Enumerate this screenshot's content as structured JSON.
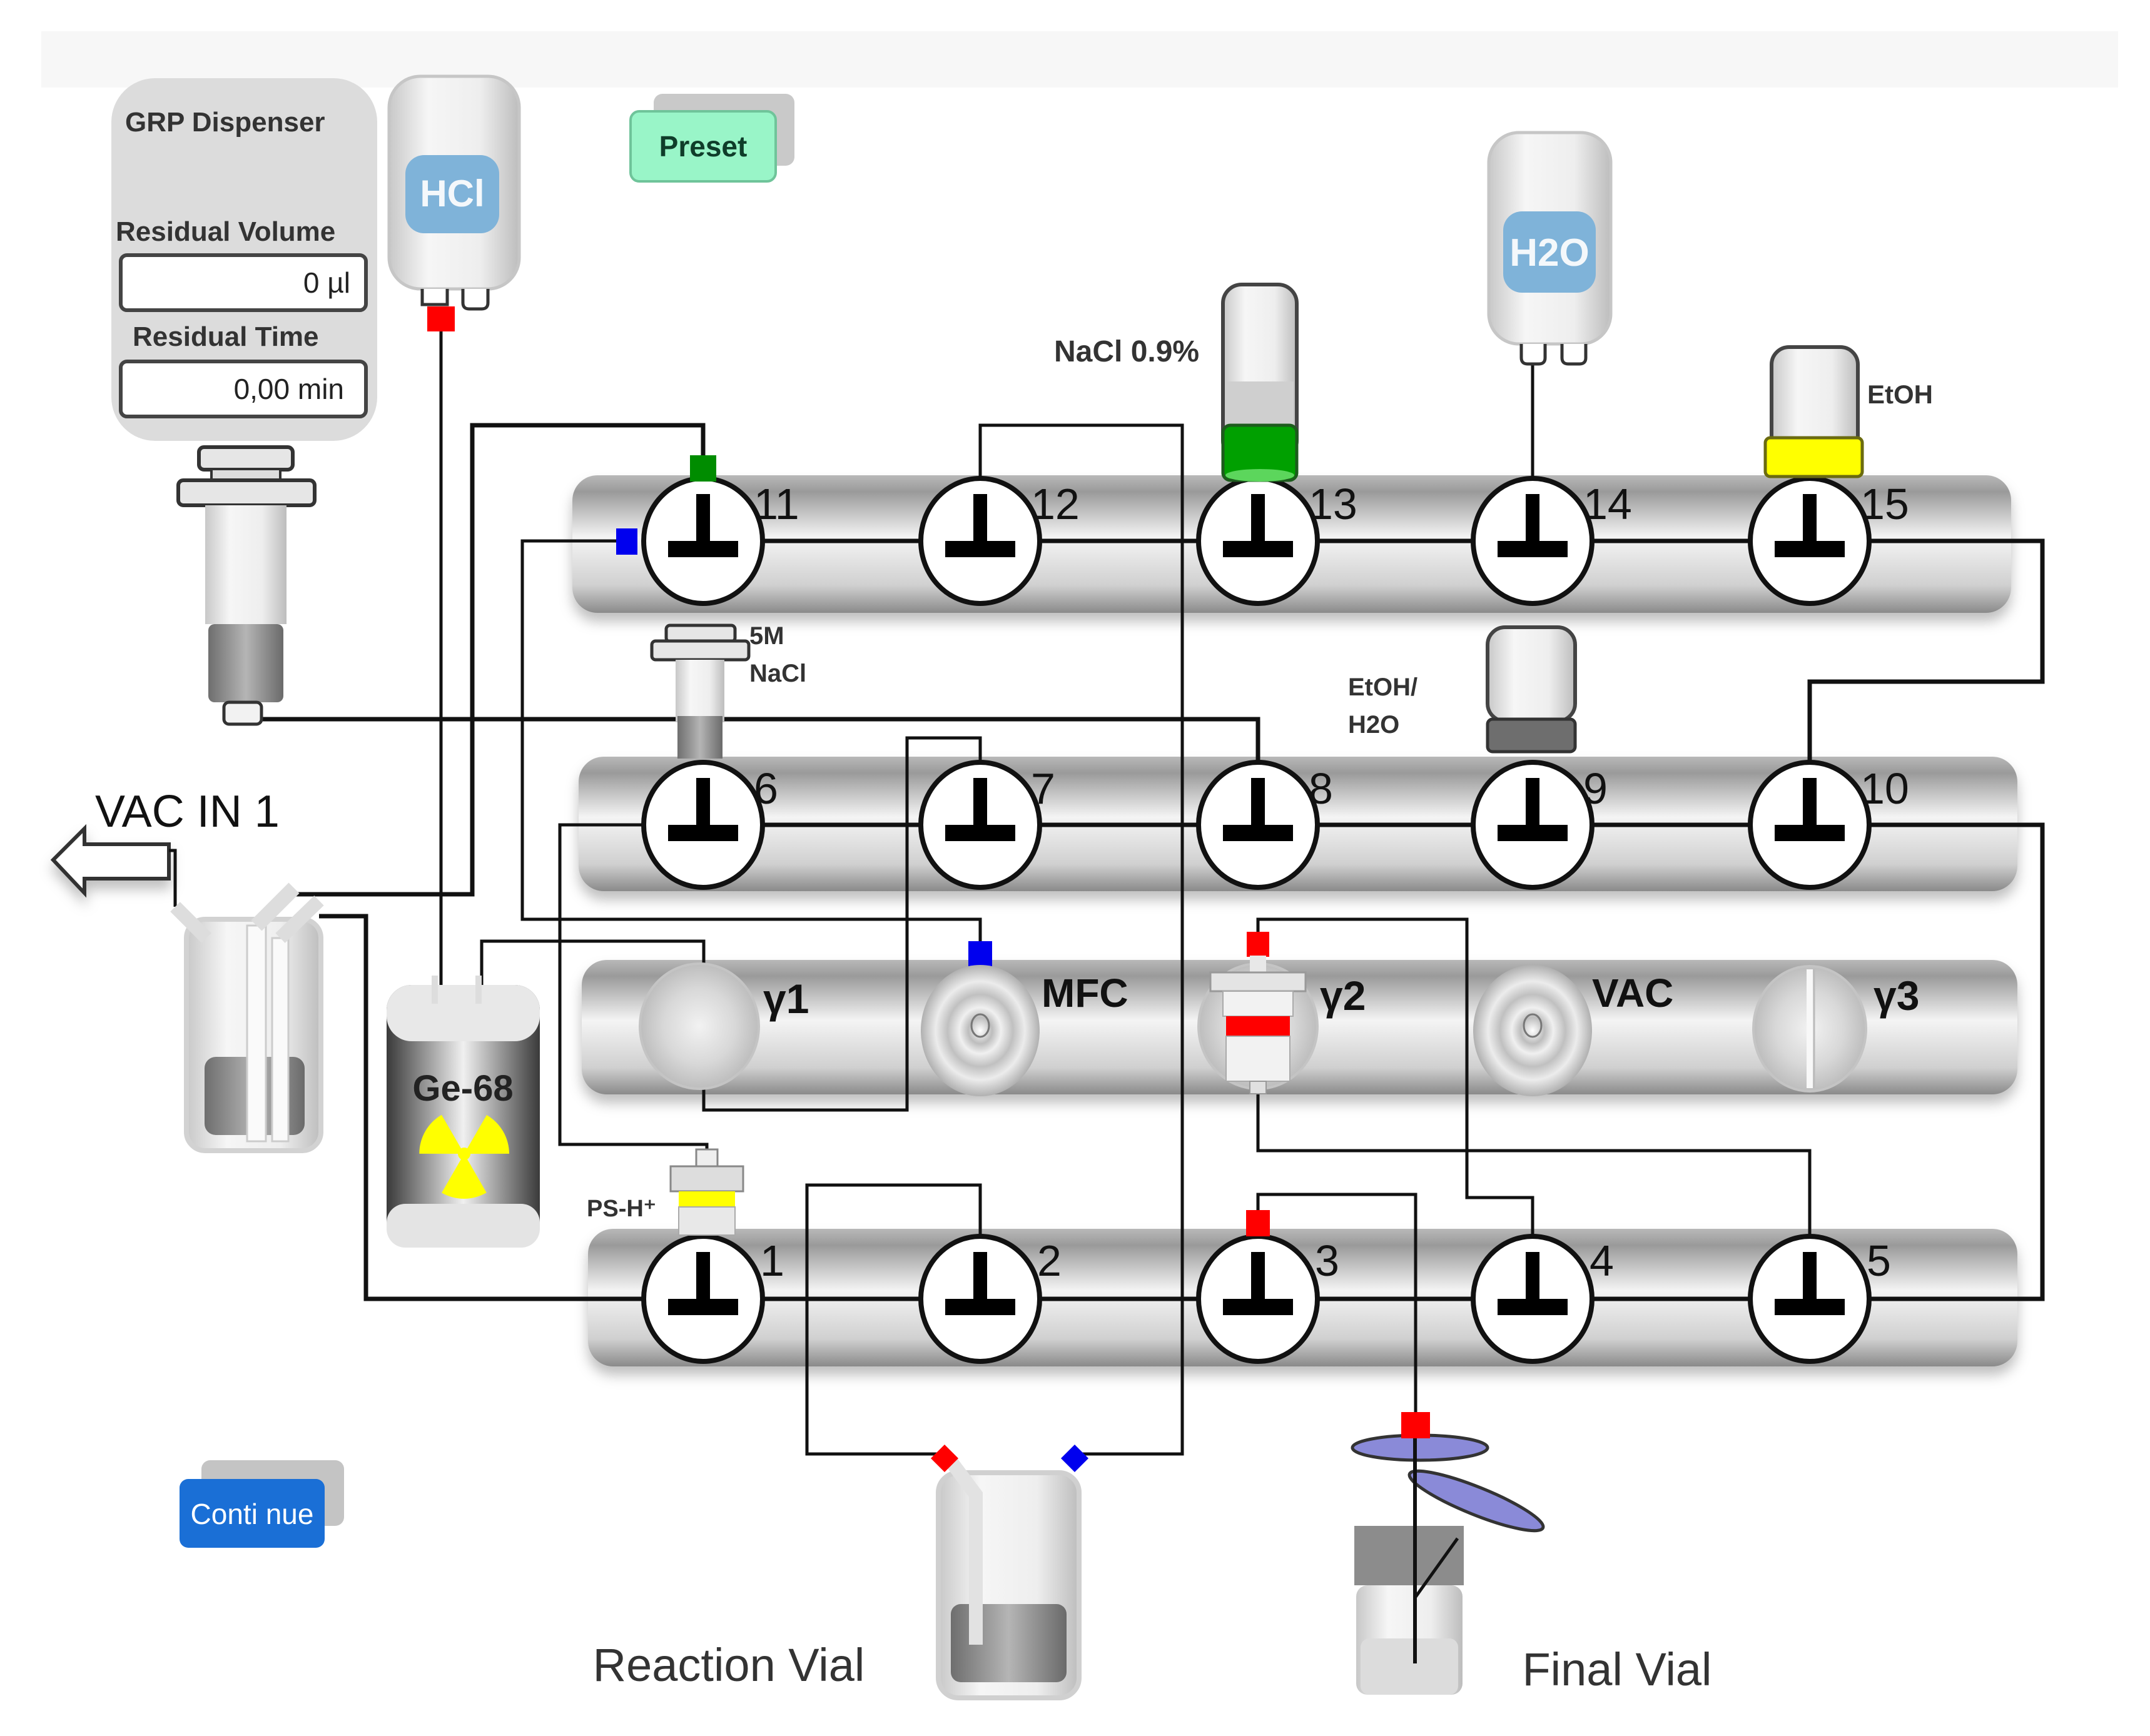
{
  "dispenser": {
    "title": "GRP Dispenser",
    "residual_volume_label": "Residual Volume",
    "residual_volume_value": "0 µl",
    "residual_time_label": "Residual Time",
    "residual_time_value": "0,00 min"
  },
  "buttons": {
    "preset": "Preset",
    "continue": "Conti nue"
  },
  "reagents": {
    "hcl": "HCl",
    "h2o": "H2O",
    "nacl_09": "NaCl 0.9%",
    "etoh": "EtOH",
    "nacl_5m_line1": "5M",
    "nacl_5m_line2": "NaCl",
    "etoh_h2o_line1": "EtOH/",
    "etoh_h2o_line2": "H2O",
    "ps_h": "PS-H⁺",
    "generator": "Ge-68"
  },
  "labels": {
    "vac_in": "VAC IN 1",
    "reaction_vial": "Reaction Vial",
    "final_vial": "Final Vial",
    "gamma1": "γ1",
    "gamma2": "γ2",
    "gamma3": "γ3",
    "mfc": "MFC",
    "vac": "VAC"
  },
  "valves": {
    "top": [
      "11",
      "12",
      "13",
      "14",
      "15"
    ],
    "middle": [
      "6",
      "7",
      "8",
      "9",
      "10"
    ],
    "bottom": [
      "1",
      "2",
      "3",
      "4",
      "5"
    ]
  },
  "colors": {
    "preset_button": "#99f5c8",
    "continue_button": "#1a6fd6",
    "connector_red": "#ff0000",
    "connector_blue": "#0000ee",
    "connector_green": "#008c00",
    "etoh_band": "#ffff00",
    "nacl_band": "#00a000",
    "bottle_label": "#7fb3d9",
    "radiation": "#ffff00"
  }
}
